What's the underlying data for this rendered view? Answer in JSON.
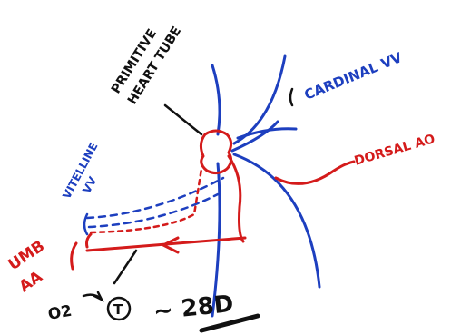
{
  "labels": {
    "heart_tube_line1": "PRIMITIVE",
    "heart_tube_line2": "HEART TUBE",
    "cardinal_vv": "CARDINAL VV",
    "dorsal_ao": "DORSAL AO",
    "vitelline_line1": "VITELLINE",
    "vitelline_line2": "VV",
    "umb_aa_line1": "UMB",
    "umb_aa_line2": "AA",
    "o2": "O2",
    "t_circled": "T",
    "approx_28d": "~ 28D"
  },
  "colors": {
    "ink_black": "#111111",
    "vessel_blue": "#1d3fbf",
    "artery_red": "#d41b1b"
  }
}
